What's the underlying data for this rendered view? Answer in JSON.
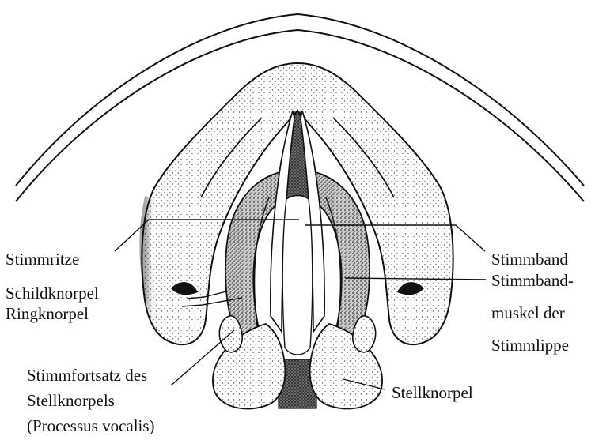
{
  "labels": {
    "stimmritze": "Stimmritze",
    "schildknorpel": "Schildknorpel",
    "ringknorpel": "Ringknorpel",
    "stimmfortsatz_line1": "Stimmfortsatz des",
    "stimmfortsatz_line2": "Stellknorpels",
    "stimmfortsatz_line3": "(Processus vocalis)",
    "stimmband": "Stimmband",
    "stimmbandmuskel_line1": "Stimmband-",
    "stimmbandmuskel_line2": "muskel der",
    "stimmbandmuskel_line3": "Stimmlippe",
    "stellknorpel": "Stellknorpel"
  }
}
